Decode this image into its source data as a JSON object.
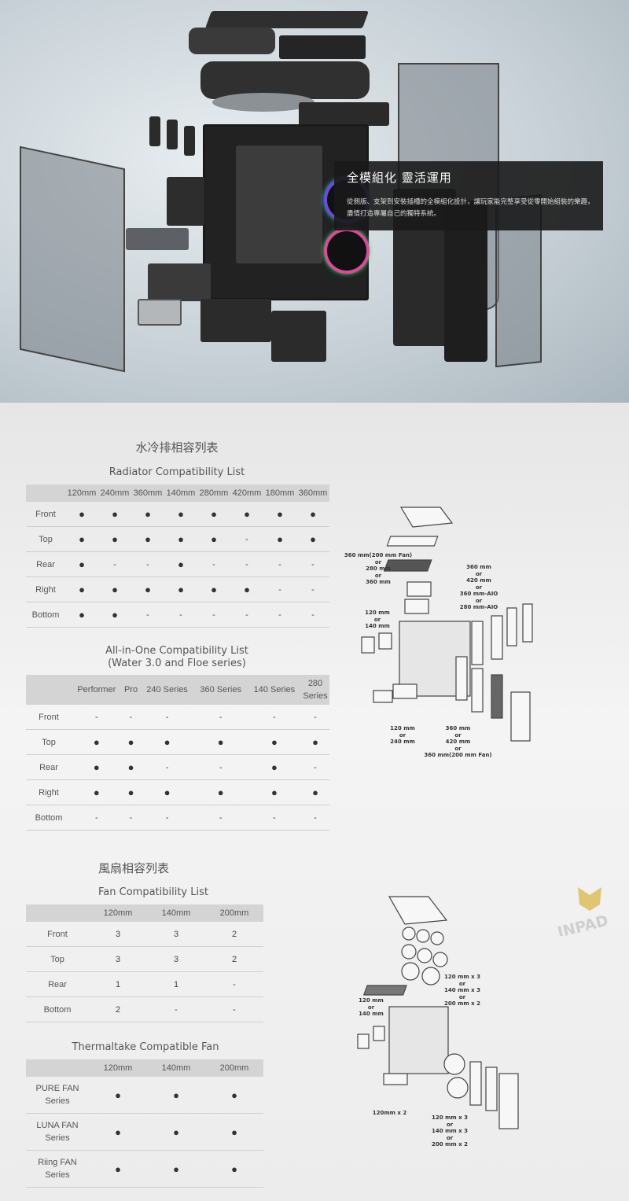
{
  "hero": {
    "caption_title": "全模組化 靈活運用",
    "caption_text": "從側版、支架到安裝插槽的全模組化設計，讓玩家能完整享受從零開始組裝的樂趣，盡情打造專屬自己的獨特系統。"
  },
  "radiator": {
    "title_zh": "水冷排相容列表",
    "title_en": "Radiator Compatibility List",
    "headers": [
      "",
      "120mm",
      "240mm",
      "360mm",
      "140mm",
      "280mm",
      "420mm",
      "180mm",
      "360mm"
    ],
    "rows": [
      {
        "label": "Front",
        "cells": [
          "●",
          "●",
          "●",
          "●",
          "●",
          "●",
          "●",
          "●"
        ]
      },
      {
        "label": "Top",
        "cells": [
          "●",
          "●",
          "●",
          "●",
          "●",
          "-",
          "●",
          "●"
        ]
      },
      {
        "label": "Rear",
        "cells": [
          "●",
          "-",
          "-",
          "●",
          "-",
          "-",
          "-",
          "-"
        ]
      },
      {
        "label": "Right",
        "cells": [
          "●",
          "●",
          "●",
          "●",
          "●",
          "●",
          "-",
          "-"
        ]
      },
      {
        "label": "Bottom",
        "cells": [
          "●",
          "●",
          "-",
          "-",
          "-",
          "-",
          "-",
          "-"
        ]
      }
    ]
  },
  "aio": {
    "title_line1": "All-in-One Compatibility List",
    "title_line2": "(Water 3.0 and Floe series)",
    "headers": [
      "",
      "Performer",
      "Pro",
      "240 Series",
      "360 Series",
      "140 Series",
      "280 Series"
    ],
    "rows": [
      {
        "label": "Front",
        "cells": [
          "-",
          "-",
          "-",
          "-",
          "-",
          "-"
        ]
      },
      {
        "label": "Top",
        "cells": [
          "●",
          "●",
          "●",
          "●",
          "●",
          "●"
        ]
      },
      {
        "label": "Rear",
        "cells": [
          "●",
          "●",
          "-",
          "-",
          "●",
          "-"
        ]
      },
      {
        "label": "Right",
        "cells": [
          "●",
          "●",
          "●",
          "●",
          "●",
          "●"
        ]
      },
      {
        "label": "Bottom",
        "cells": [
          "-",
          "-",
          "-",
          "-",
          "-",
          "-"
        ]
      }
    ]
  },
  "radiator_diagram": {
    "label_top": "360 mm(200 mm Fan)\nor\n280 mm\nor\n360 mm",
    "label_right": "360 mm\nor\n420 mm\nor\n360 mm-AIO\nor\n280 mm-AIO",
    "label_left": "120 mm\nor\n140 mm",
    "label_bottom_left": "120 mm\nor\n240 mm",
    "label_bottom_right": "360 mm\nor\n420 mm\nor\n360 mm(200 mm Fan)"
  },
  "fan": {
    "title_zh": "風扇相容列表",
    "title_en": "Fan Compatibility List",
    "headers": [
      "",
      "120mm",
      "140mm",
      "200mm"
    ],
    "rows": [
      {
        "label": "Front",
        "cells": [
          "3",
          "3",
          "2"
        ]
      },
      {
        "label": "Top",
        "cells": [
          "3",
          "3",
          "2"
        ]
      },
      {
        "label": "Rear",
        "cells": [
          "1",
          "1",
          "-"
        ]
      },
      {
        "label": "Bottom",
        "cells": [
          "2",
          "-",
          "-"
        ]
      }
    ]
  },
  "tt_fan": {
    "title": "Thermaltake Compatible Fan",
    "headers": [
      "",
      "120mm",
      "140mm",
      "200mm"
    ],
    "rows": [
      {
        "label1": "PURE FAN",
        "label2": "Series",
        "cells": [
          "●",
          "●",
          "●"
        ]
      },
      {
        "label1": "LUNA FAN",
        "label2": "Series",
        "cells": [
          "●",
          "●",
          "●"
        ]
      },
      {
        "label1": "Riing FAN",
        "label2": "Series",
        "cells": [
          "●",
          "●",
          "●"
        ]
      }
    ]
  },
  "fan_diagram": {
    "label_right_top": "120 mm x 3\nor\n140 mm x 3\nor\n200 mm x 2",
    "label_left": "120 mm\nor\n140 mm",
    "label_bottom_left": "120mm x 2",
    "label_bottom_right": "120 mm x 3\nor\n140 mm x 3\nor\n200 mm x 2"
  },
  "watermark": "INPAD",
  "colors": {
    "caption_bg": "#191919",
    "header_bg": "#d4d4d4",
    "logo_gold": "#d9b64a"
  }
}
